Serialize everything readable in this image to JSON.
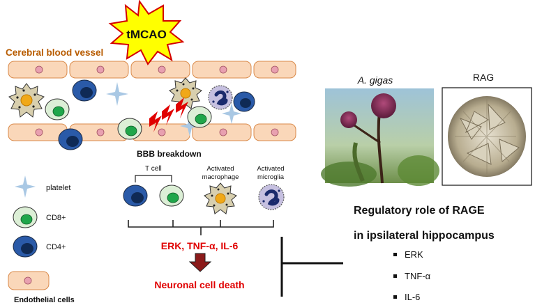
{
  "burst": {
    "label": "tMCAO",
    "fill": "#ffff00",
    "stroke": "#d40000"
  },
  "vessel": {
    "label": "Cerebral blood vessel",
    "label_color": "#b85c00",
    "cell_fill": "#fad7b9",
    "cell_stroke": "#d98a4a",
    "nucleus_fill": "#e8a0b0"
  },
  "bbb_label": "BBB breakdown",
  "legend": {
    "platelet": "platelet",
    "cd8": "CD8+",
    "cd4": "CD4+",
    "endothelial": "Endothelial cells"
  },
  "immune": {
    "tcell": "T cell",
    "macrophage_line1": "Activated",
    "macrophage_line2": "macrophage",
    "microglia_line1": "Activated",
    "microglia_line2": "microglia"
  },
  "pathway": {
    "markers": "ERK, TNF-α, IL-6",
    "outcome": "Neuronal cell death",
    "color": "#e00000",
    "arrow_color": "#8b1a1a"
  },
  "plants": {
    "agigas": "A. gigas",
    "rag": "RAG"
  },
  "regulation": {
    "line1": "Regulatory role of RAGE",
    "line2": "in ipsilateral hippocampus",
    "items": [
      "ERK",
      "TNF-α",
      "IL-6"
    ]
  },
  "colors": {
    "cd8_outer": "#dcefd6",
    "cd8_inner": "#1fa64a",
    "cd4_outer": "#2a5aa8",
    "cd4_inner": "#0f2a55",
    "platelet": "#a9c8e4",
    "macrophage": "#d8cfae",
    "microglia": "#c6c0e0"
  }
}
